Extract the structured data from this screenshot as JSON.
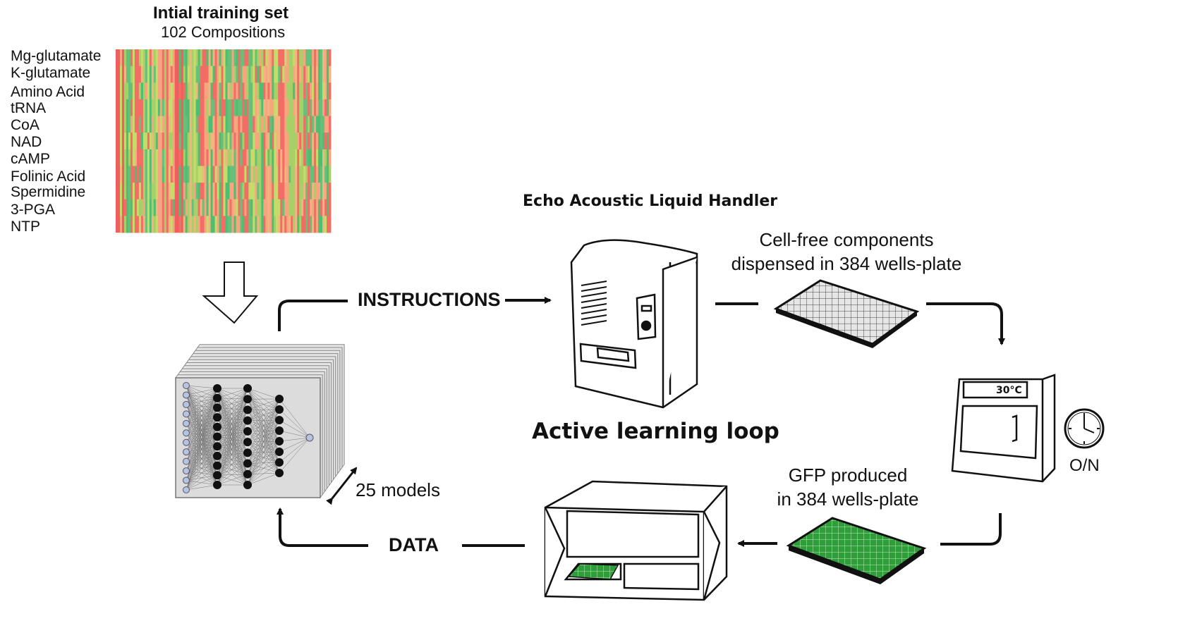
{
  "heatmap": {
    "title": "Intial training set",
    "subtitle": "102 Compositions",
    "rows": [
      "Mg-glutamate",
      "K-glutamate",
      "Amino Acid",
      "tRNA",
      "CoA",
      "NAD",
      "cAMP",
      "Folinic Acid",
      "Spermidine",
      "3-PGA",
      "NTP"
    ],
    "colors": [
      "#f26d66",
      "#f6a57e",
      "#f2b580",
      "#c6dc6a",
      "#a8d068",
      "#4fbd72",
      "#67c079"
    ]
  },
  "labels": {
    "instructions": "INSTRUCTIONS",
    "data": "DATA",
    "models": "25 models",
    "echo_title": "Echo Acoustic Liquid Handler",
    "loop_title": "Active learning loop",
    "dispense_line1": "Cell-free components",
    "dispense_line2": "dispensed in 384 wells-plate",
    "gfp_line1": "GFP produced",
    "gfp_line2": "in 384 wells-plate",
    "incubator_temp": "30°C",
    "overnight": "O/N"
  }
}
